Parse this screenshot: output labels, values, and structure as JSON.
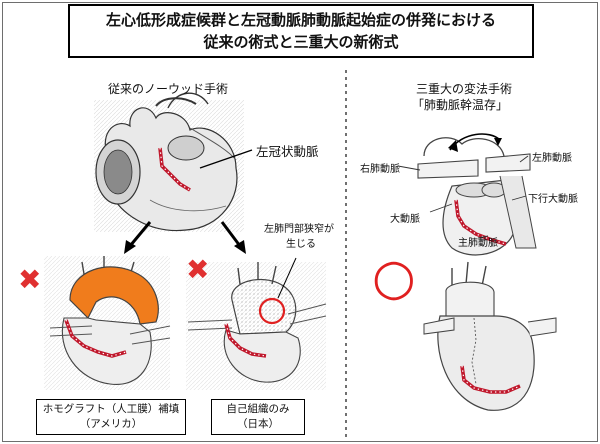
{
  "title": {
    "line1": "左心低形成症候群と左冠動脈肺動脈起始症の併発における",
    "line2": "従来の術式と三重大の新術式"
  },
  "left_panel": {
    "heading": "従来のノーウッド手術",
    "label_lca": "左冠状動脈",
    "label_stenosis_1": "左肺門部狭窄が",
    "label_stenosis_2": "生じる",
    "caption_homograft_1": "ホモグラフト（人工膜）補填",
    "caption_homograft_2": "（アメリカ）",
    "caption_autologous_1": "自己組織のみ",
    "caption_autologous_2": "（日本）",
    "mark_bad_1": "✖",
    "mark_bad_2": "✖"
  },
  "right_panel": {
    "heading_1": "三重大の変法手術",
    "heading_2": "「肺動脈幹温存」",
    "label_rpa": "右肺動脈",
    "label_lpa": "左肺動脈",
    "label_desc_aorta": "下行大動脈",
    "label_aorta": "大動脈",
    "label_mpa": "主肺動脈",
    "mark_good": "○"
  },
  "colors": {
    "coronary": "#c0182c",
    "cross": "#e03030",
    "circle": "#e02020",
    "homograft": "#f07c1c"
  }
}
